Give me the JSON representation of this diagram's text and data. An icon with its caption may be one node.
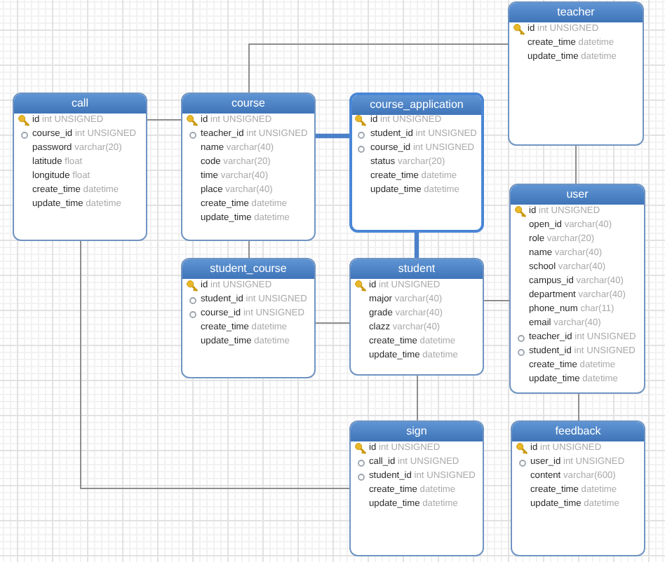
{
  "diagram": {
    "nodes": [
      {
        "text": [
          "teacher",
          "id int UNSIGNED",
          "create_time datetime",
          "update_time datetime"
        ]
      },
      {
        "text": [
          "call",
          "id int UNSIGNED",
          "course_id int UNSIGNED",
          "password varchar(20)",
          "latitude float",
          "longitude float",
          "create_time datetime",
          "update_time datetime"
        ]
      },
      {
        "text": [
          "course",
          "id int UNSIGNED",
          "teacher_id int UNSIGNED",
          "name varchar(40)",
          "code varchar(20)",
          "time varchar(40)",
          "place varchar(40)",
          "create_time datetime",
          "update_time datetime"
        ]
      },
      {
        "text": [
          "course_application",
          "id int UNSIGNED",
          "student_id int UNSIGNED",
          "course_id int UNSIGNED",
          "status varchar(20)",
          "create_time datetime",
          "update_time datetime"
        ]
      },
      {
        "text": [
          "user",
          "id int UNSIGNED",
          "open_id varchar(40)",
          "role varchar(20)",
          "name varchar(40)",
          "school varchar(40)",
          "campus_id varchar(40)",
          "department varchar(40)",
          "phone_num char(11)",
          "email varchar(40)",
          "teacher_id int UNSIGNED",
          "student_id int UNSIGNED",
          "create_time datetime",
          "update_time datetime"
        ]
      },
      {
        "text": [
          "student_course",
          "id int UNSIGNED",
          "student_id int UNSIGNED",
          "course_id int UNSIGNED",
          "create_time datetime",
          "update_time datetime"
        ]
      },
      {
        "text": [
          "student",
          "id int UNSIGNED",
          "major varchar(40)",
          "grade varchar(40)",
          "clazz varchar(40)",
          "create_time datetime",
          "update_time datetime"
        ]
      },
      {
        "text": [
          "sign",
          "id int UNSIGNED",
          "call_id int UNSIGNED",
          "student_id int UNSIGNED",
          "create_time datetime",
          "update_time datetime"
        ]
      },
      {
        "text": [
          "feedback",
          "id int UNSIGNED",
          "user_id int UNSIGNED",
          "content varchar(600)",
          "create_time datetime",
          "update_time datetime"
        ]
      }
    ],
    "edges": [
      {
        "from": 1,
        "to": 2,
        "arrow": "none"
      },
      {
        "from": 2,
        "to": 0,
        "arrow": "none"
      },
      {
        "from": 3,
        "to": 2,
        "arrow": "none",
        "style": "thick",
        "color": "#4a80c9"
      },
      {
        "from": 3,
        "to": 6,
        "arrow": "none",
        "style": "thick",
        "color": "#4a80c9"
      },
      {
        "from": 5,
        "to": 2,
        "arrow": "none"
      },
      {
        "from": 5,
        "to": 6,
        "arrow": "none"
      },
      {
        "from": 4,
        "to": 0,
        "arrow": "none"
      },
      {
        "from": 4,
        "to": 6,
        "arrow": "none"
      },
      {
        "from": 7,
        "to": 1,
        "arrow": "none"
      },
      {
        "from": 7,
        "to": 6,
        "arrow": "none"
      },
      {
        "from": 8,
        "to": 4,
        "arrow": "none"
      }
    ]
  }
}
